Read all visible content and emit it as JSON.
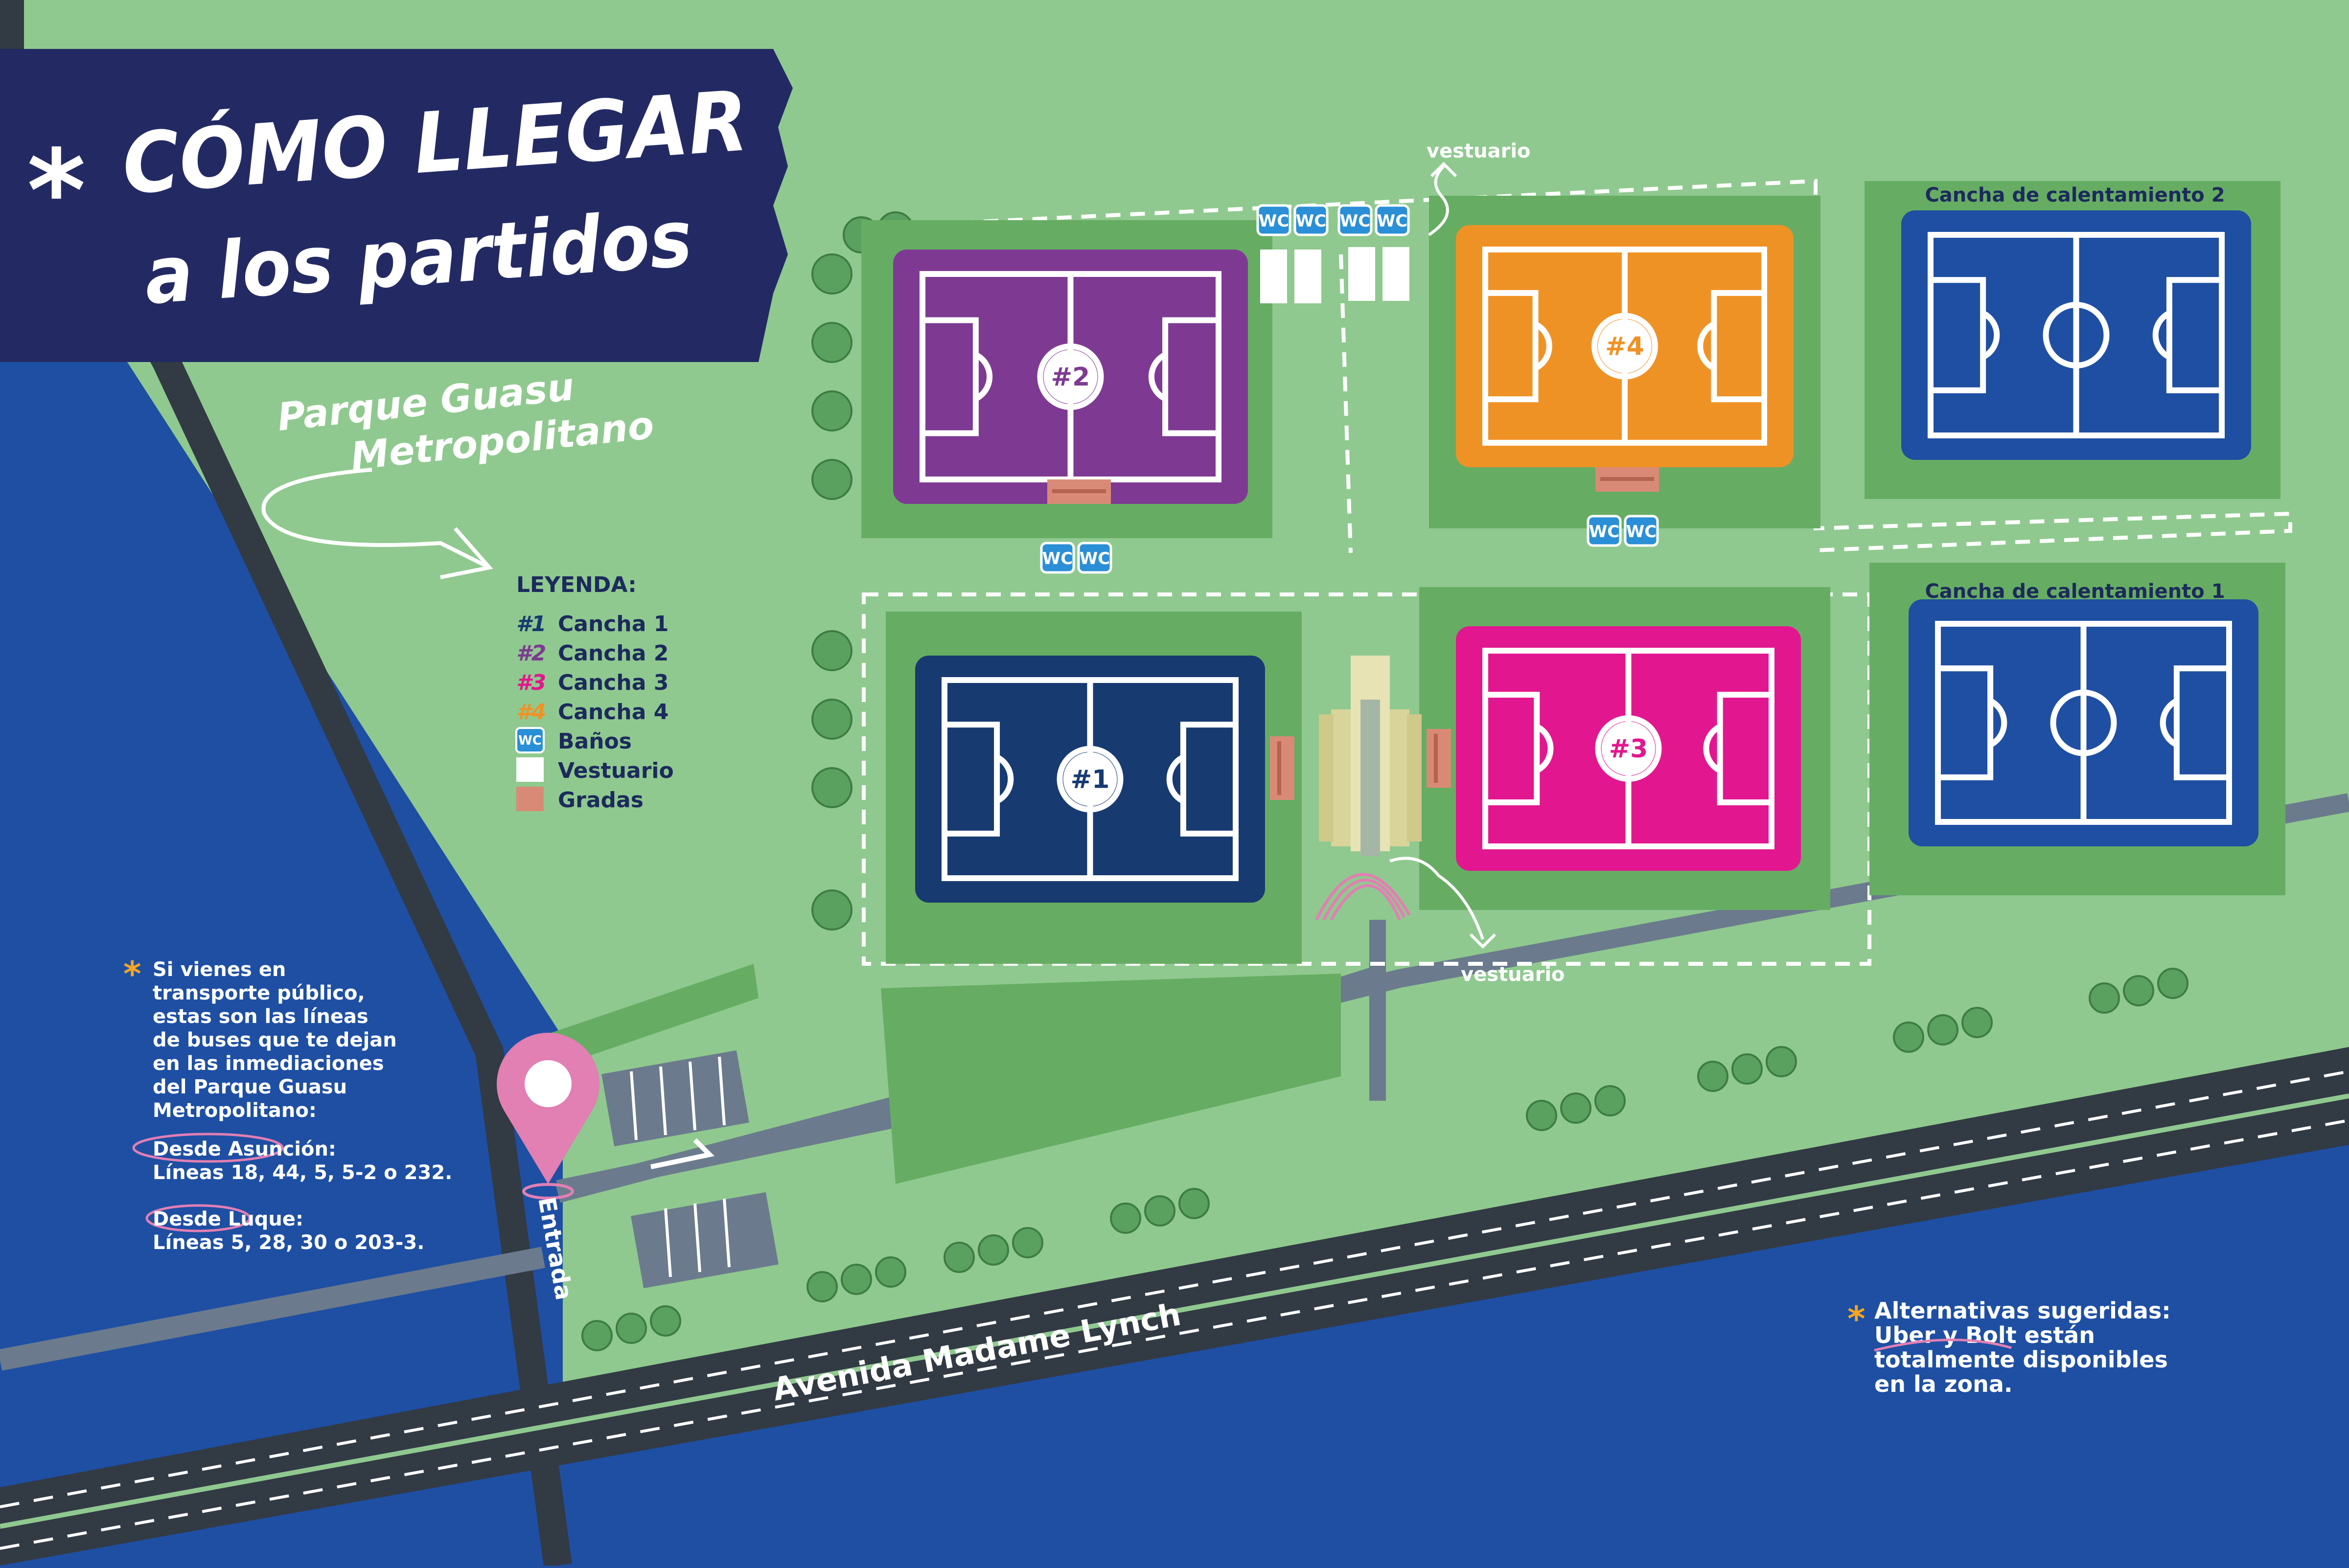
{
  "title": {
    "line1": "CÓMO LLEGAR",
    "line2": "a los partidos",
    "asterisk": "*"
  },
  "park_name": {
    "line1": "Parque Guasu",
    "line2": "Metropolitano"
  },
  "fields": {
    "f2": {
      "label": "#2",
      "color": "#7e3a93"
    },
    "f4": {
      "label": "#4",
      "color": "#ef9225"
    },
    "f1": {
      "label": "#1",
      "color": "#173a70"
    },
    "f3": {
      "label": "#3",
      "color": "#e2178f"
    },
    "w2": {
      "label": "Cancha de calentamiento 2",
      "color": "#1e4fa3"
    },
    "w1": {
      "label": "Cancha de calentamiento 1",
      "color": "#1e4fa3"
    }
  },
  "vestuario_top": "vestuario",
  "vestuario_bottom": "vestuario",
  "wc_text": "WC",
  "legend": {
    "title": "LEYENDA:",
    "items": [
      {
        "key": "#1",
        "key_color": "#173a70",
        "label": "Cancha 1"
      },
      {
        "key": "#2",
        "key_color": "#7e3a93",
        "label": "Cancha 2"
      },
      {
        "key": "#3",
        "key_color": "#e2178f",
        "label": "Cancha 3"
      },
      {
        "key": "#4",
        "key_color": "#ef9225",
        "label": "Cancha 4"
      },
      {
        "key": "WC",
        "key_color": "#2a8fd6",
        "label": "Baños"
      },
      {
        "key": "",
        "key_color": "#ffffff",
        "label": "Vestuario"
      },
      {
        "key": "",
        "key_color": "#d98a76",
        "label": "Gradas"
      }
    ]
  },
  "public_transport": {
    "intro": [
      "Si vienes en",
      "transporte público,",
      "estas son las líneas",
      "de buses que te dejan",
      "en las inmediaciones",
      "del Parque Guasu",
      "Metropolitano:"
    ],
    "asuncion_head": "Desde Asunción:",
    "asuncion_lines": "Líneas 18, 44, 5, 5-2 o 232.",
    "luque_head": "Desde Luque:",
    "luque_lines": "Líneas 5, 28, 30 o 203-3."
  },
  "alternatives": {
    "head": "Alternativas sugeridas:",
    "line1": "Uber y Bolt están",
    "line2": "totalmente disponibles",
    "line3": "en la zona."
  },
  "entrance": "Entrada",
  "avenue": "Avenida Madame Lynch",
  "colors": {
    "park": "#8fc98f",
    "field_grass": "#66ad63",
    "water": "#1e4fa3",
    "road": "#323a44",
    "path": "#6b7a8c",
    "title_bg": "#232a63",
    "marker": "#e27fb3"
  }
}
